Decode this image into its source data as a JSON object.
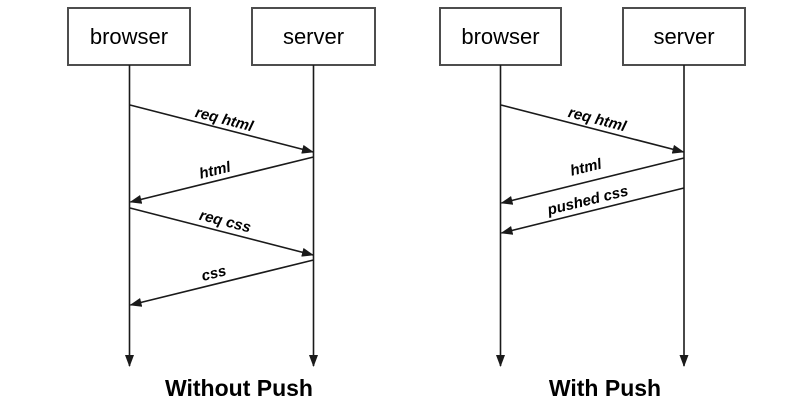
{
  "diagrams": [
    {
      "name": "without-push",
      "caption": "Without Push",
      "participants": [
        {
          "label": "browser"
        },
        {
          "label": "server"
        }
      ],
      "messages": [
        {
          "label": "req html",
          "from": "browser",
          "to": "server"
        },
        {
          "label": "html",
          "from": "server",
          "to": "browser"
        },
        {
          "label": "req css",
          "from": "browser",
          "to": "server"
        },
        {
          "label": "css",
          "from": "server",
          "to": "browser"
        }
      ]
    },
    {
      "name": "with-push",
      "caption": "With Push",
      "participants": [
        {
          "label": "browser"
        },
        {
          "label": "server"
        }
      ],
      "messages": [
        {
          "label": "req html",
          "from": "browser",
          "to": "server"
        },
        {
          "label": "html",
          "from": "server",
          "to": "browser"
        },
        {
          "label": "pushed css",
          "from": "server",
          "to": "browser"
        }
      ]
    }
  ],
  "colors": {
    "background": "#ffffff",
    "box_border": "#4d4d4d",
    "line": "#1a1a1a",
    "text": "#000000"
  }
}
